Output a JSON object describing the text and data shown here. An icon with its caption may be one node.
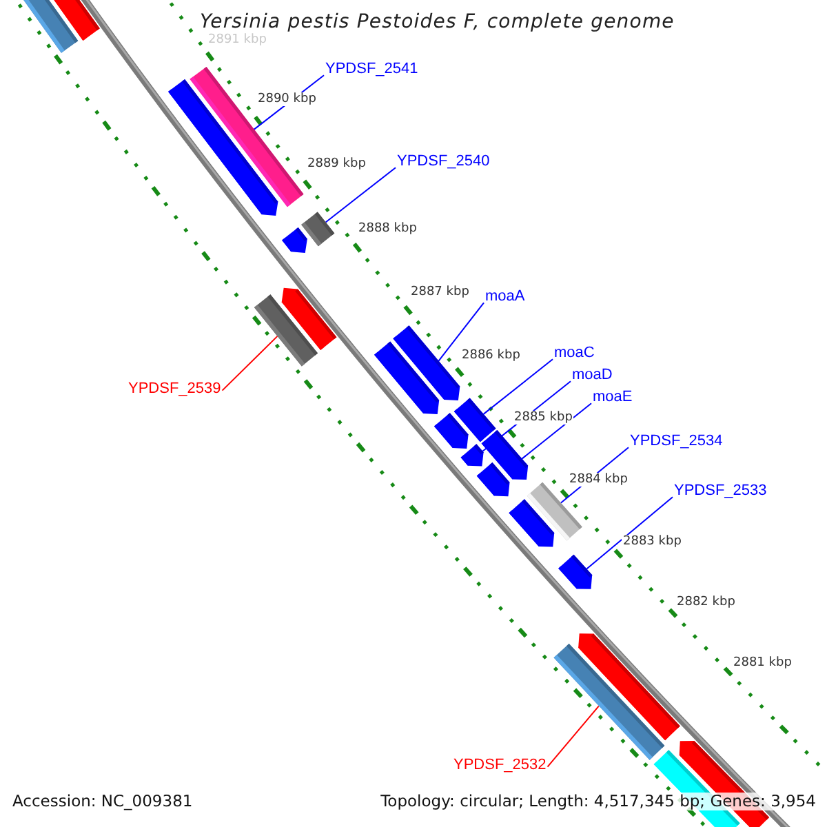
{
  "diagram": {
    "title": "Yersinia pestis Pestoides F, complete genome",
    "nodes": [
      {
        "text": [],
        "shape": "bar"
      },
      {
        "text": [],
        "shape": "bar"
      },
      {
        "text": [
          "YPDSF_2541"
        ]
      },
      {
        "text": [],
        "shape": "bar"
      },
      {
        "text": [],
        "shape": "bar"
      },
      {
        "text": [
          "YPDSF_2540"
        ]
      },
      {
        "text": [],
        "shape": "bar"
      },
      {
        "text": [],
        "shape": "bar"
      },
      {
        "text": [],
        "shape": "bar"
      },
      {
        "text": [],
        "shape": "bar"
      },
      {
        "text": [
          "moaA"
        ]
      },
      {
        "text": [],
        "shape": "bar"
      },
      {
        "text": [],
        "shape": "bar"
      },
      {
        "text": [
          "YPDSF_2539"
        ]
      },
      {
        "text": [
          "moaC"
        ]
      },
      {
        "text": [
          "moaD"
        ]
      },
      {
        "text": [],
        "shape": "bar"
      },
      {
        "text": [],
        "shape": "bar"
      },
      {
        "text": [
          "moaE"
        ]
      },
      {
        "text": [],
        "shape": "bar"
      },
      {
        "text": [],
        "shape": "bar"
      },
      {
        "text": [],
        "shape": "bar"
      },
      {
        "text": [
          "YPDSF_2534"
        ]
      },
      {
        "text": [],
        "shape": "bar"
      },
      {
        "text": [],
        "shape": "bar"
      },
      {
        "text": [
          "YPDSF_2533"
        ]
      },
      {
        "text": [],
        "shape": "bar"
      },
      {
        "text": [],
        "shape": "bar"
      },
      {
        "text": [],
        "shape": "bar"
      },
      {
        "text": [],
        "shape": "bar"
      },
      {
        "text": [],
        "shape": "bar"
      },
      {
        "text": [
          "YPDSF_2532"
        ]
      }
    ],
    "edges": [
      {
        "from": 2,
        "to": 3,
        "arrow": "none"
      },
      {
        "from": 5,
        "to": 6,
        "arrow": "none"
      },
      {
        "from": 10,
        "to": 11,
        "arrow": "none"
      },
      {
        "from": 13,
        "to": 9,
        "arrow": "none",
        "color": "#ff0000"
      },
      {
        "from": 14,
        "to": 16,
        "arrow": "none"
      },
      {
        "from": 15,
        "to": 19,
        "arrow": "none"
      },
      {
        "from": 18,
        "to": 20,
        "arrow": "none"
      },
      {
        "from": 22,
        "to": 23,
        "arrow": "none"
      },
      {
        "from": 25,
        "to": 26,
        "arrow": "none"
      },
      {
        "from": 31,
        "to": 28,
        "arrow": "none",
        "color": "#ff0000"
      }
    ],
    "labels": [
      "2891 kbp",
      "2890 kbp",
      "2889 kbp",
      "2888 kbp",
      "2887 kbp",
      "2886 kbp",
      "2885 kbp",
      "2884 kbp",
      "2883 kbp",
      "2882 kbp",
      "2881 kbp",
      "Accession: NC_009381",
      "Topology: circular; Length: 4,517,345 bp; Genes: 3,954"
    ]
  }
}
